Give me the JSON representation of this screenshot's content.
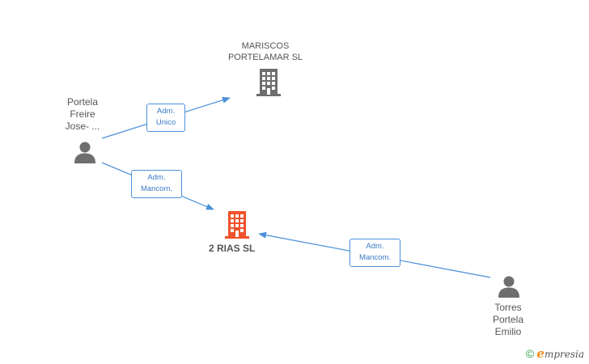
{
  "nodes": {
    "mariscos": {
      "name_lines": [
        "MARISCOS",
        "PORTELAMAR SL"
      ],
      "icon": "building-icon",
      "color": "#6e6e6e"
    },
    "rias": {
      "name": "2 RIAS SL",
      "icon": "building-icon",
      "color": "#f0522b"
    },
    "portela": {
      "name_lines": [
        "Portela",
        "Freire",
        "Jose- ..."
      ],
      "icon": "person-icon",
      "color": "#6e6e6e"
    },
    "torres": {
      "name_lines": [
        "Torres",
        "Portela",
        "Emilio"
      ],
      "icon": "person-icon",
      "color": "#6e6e6e"
    }
  },
  "edges": {
    "portela_mariscos": {
      "role_lines": [
        "Adm.",
        "Unico"
      ]
    },
    "portela_rias": {
      "role_lines": [
        "Adm.",
        "Mancom."
      ]
    },
    "torres_rias": {
      "role_lines": [
        "Adm.",
        "Mancom."
      ]
    }
  },
  "colors": {
    "edge": "#4a90d9"
  },
  "footer": {
    "copyright_symbol": "©",
    "brand_first": "e",
    "brand_rest": "mpresia"
  }
}
